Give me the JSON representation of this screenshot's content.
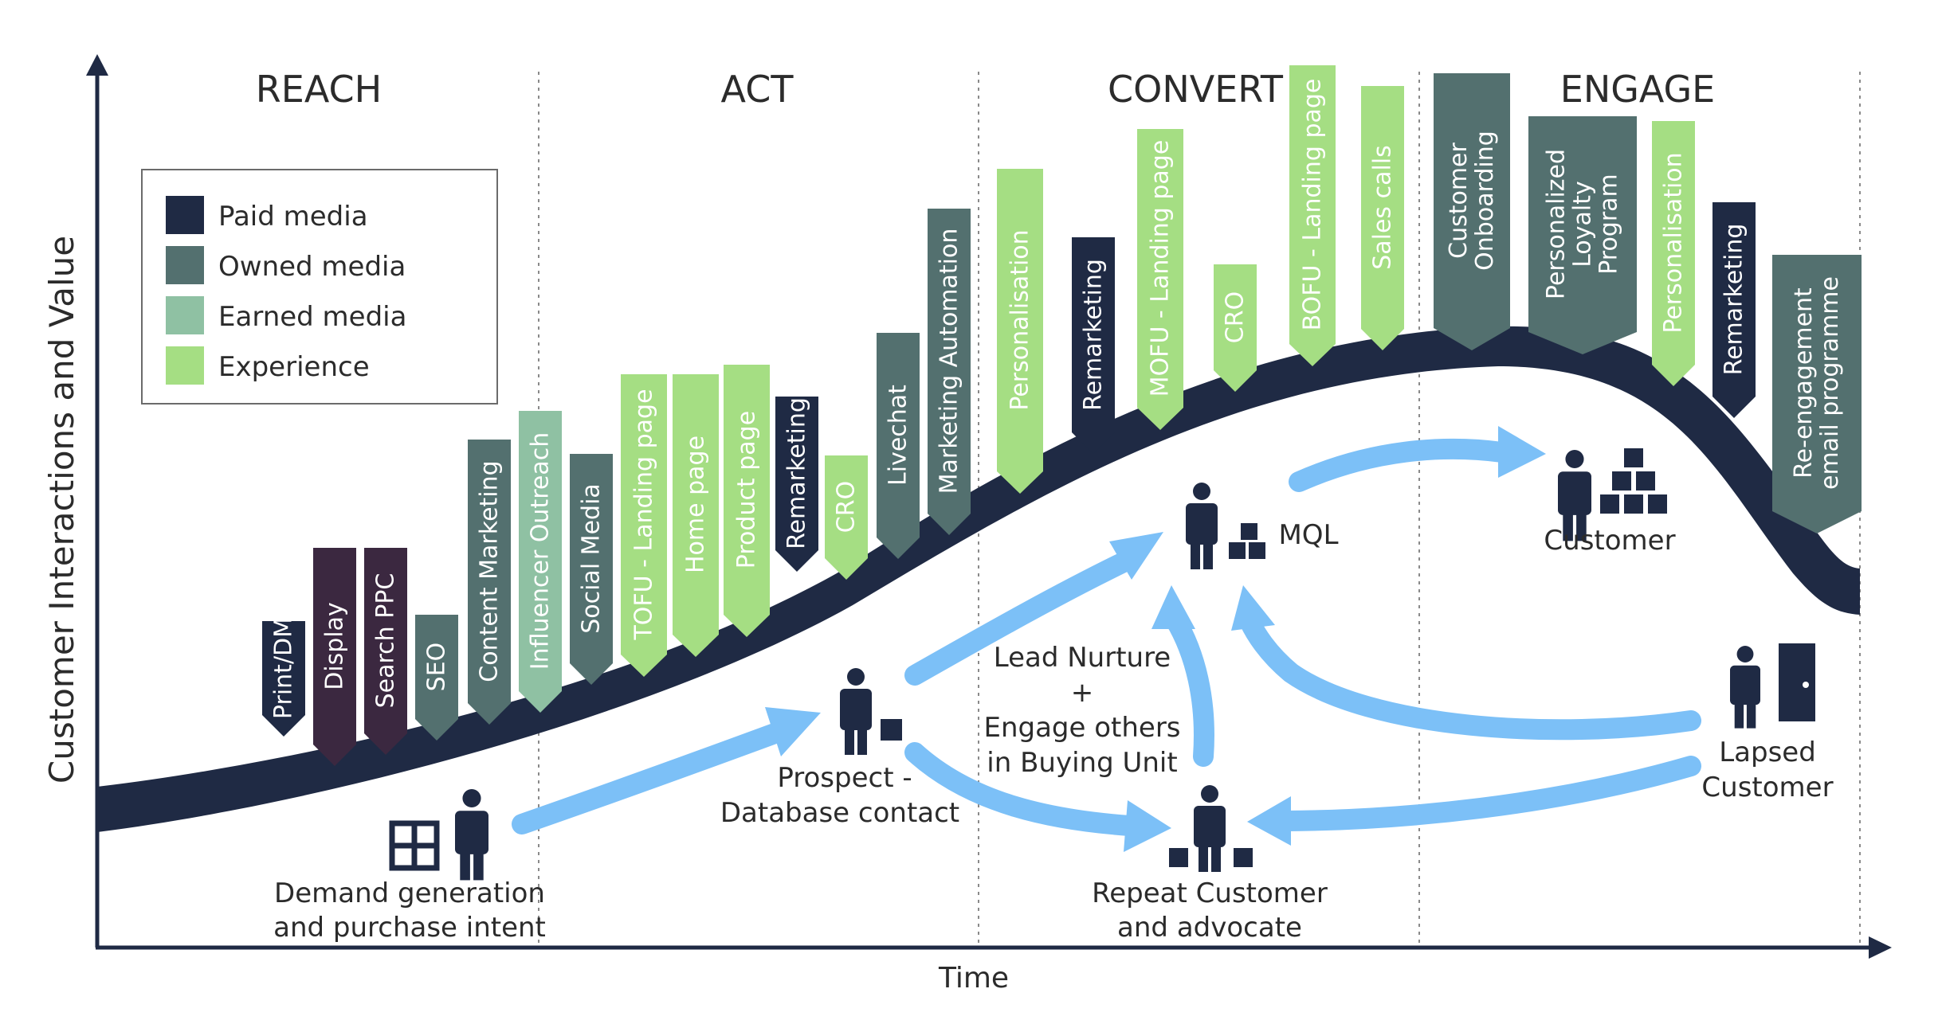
{
  "colors": {
    "paid": "#1f2a44",
    "owned": "#53706f",
    "earned": "#8fc1a3",
    "experience": "#a5de83",
    "arrow": "#7cc0f7",
    "axis": "#1f2a44",
    "curve": "#1f2a44",
    "display_purple": "#3b2840",
    "text": "#2b2b2b"
  },
  "axes": {
    "y_label": "Customer Interactions and Value",
    "x_label": "Time"
  },
  "stages": [
    "REACH",
    "ACT",
    "CONVERT",
    "ENGAGE"
  ],
  "legend": [
    {
      "label": "Paid media",
      "type": "paid"
    },
    {
      "label": "Owned media",
      "type": "owned"
    },
    {
      "label": "Earned media",
      "type": "earned"
    },
    {
      "label": "Experience",
      "type": "experience"
    }
  ],
  "tactics": [
    {
      "lines": [
        "Print/DM"
      ],
      "type": "paid"
    },
    {
      "lines": [
        "Display"
      ],
      "type": "display"
    },
    {
      "lines": [
        "Search PPC"
      ],
      "type": "display"
    },
    {
      "lines": [
        "SEO"
      ],
      "type": "owned"
    },
    {
      "lines": [
        "Content Marketing"
      ],
      "type": "owned"
    },
    {
      "lines": [
        "Influencer Outreach"
      ],
      "type": "earned"
    },
    {
      "lines": [
        "Social Media"
      ],
      "type": "owned"
    },
    {
      "lines": [
        "TOFU - Landing page"
      ],
      "type": "experience"
    },
    {
      "lines": [
        "Home page"
      ],
      "type": "experience"
    },
    {
      "lines": [
        "Product page"
      ],
      "type": "experience"
    },
    {
      "lines": [
        "Remarketing"
      ],
      "type": "paid"
    },
    {
      "lines": [
        "CRO"
      ],
      "type": "experience"
    },
    {
      "lines": [
        "Livechat"
      ],
      "type": "owned"
    },
    {
      "lines": [
        "Marketing Automation"
      ],
      "type": "owned"
    },
    {
      "lines": [
        "Personalisation"
      ],
      "type": "experience"
    },
    {
      "lines": [
        "Remarketing"
      ],
      "type": "paid"
    },
    {
      "lines": [
        "MOFU - Landing page"
      ],
      "type": "experience"
    },
    {
      "lines": [
        "CRO"
      ],
      "type": "experience"
    },
    {
      "lines": [
        "BOFU - Landing page"
      ],
      "type": "experience"
    },
    {
      "lines": [
        "Sales calls"
      ],
      "type": "experience"
    },
    {
      "lines": [
        "Customer",
        "Onboarding"
      ],
      "type": "owned"
    },
    {
      "lines": [
        "Personalized",
        "Loyalty",
        "Program"
      ],
      "type": "owned"
    },
    {
      "lines": [
        "Personalisation"
      ],
      "type": "experience"
    },
    {
      "lines": [
        "Remarketing"
      ],
      "type": "paid"
    },
    {
      "lines": [
        "Re-engagement",
        "email programme"
      ],
      "type": "owned"
    }
  ],
  "personas": [
    {
      "id": "demand",
      "lines": [
        "Demand generation",
        "and purchase intent"
      ]
    },
    {
      "id": "prospect",
      "lines": [
        "Prospect  -",
        "Database contact"
      ]
    },
    {
      "id": "mql",
      "lines": [
        "MQL"
      ]
    },
    {
      "id": "customer",
      "lines": [
        "Customer"
      ]
    },
    {
      "id": "lapsed",
      "lines": [
        "Lapsed",
        "Customer"
      ]
    },
    {
      "id": "repeat",
      "lines": [
        "Repeat Customer",
        "and advocate"
      ]
    }
  ],
  "nurture_label": [
    "Lead Nurture",
    "+",
    "Engage others",
    "in Buying Unit"
  ],
  "icons": [
    "window-icon",
    "person-icon",
    "box-stack-icon",
    "door-icon",
    "arrow-icon"
  ]
}
